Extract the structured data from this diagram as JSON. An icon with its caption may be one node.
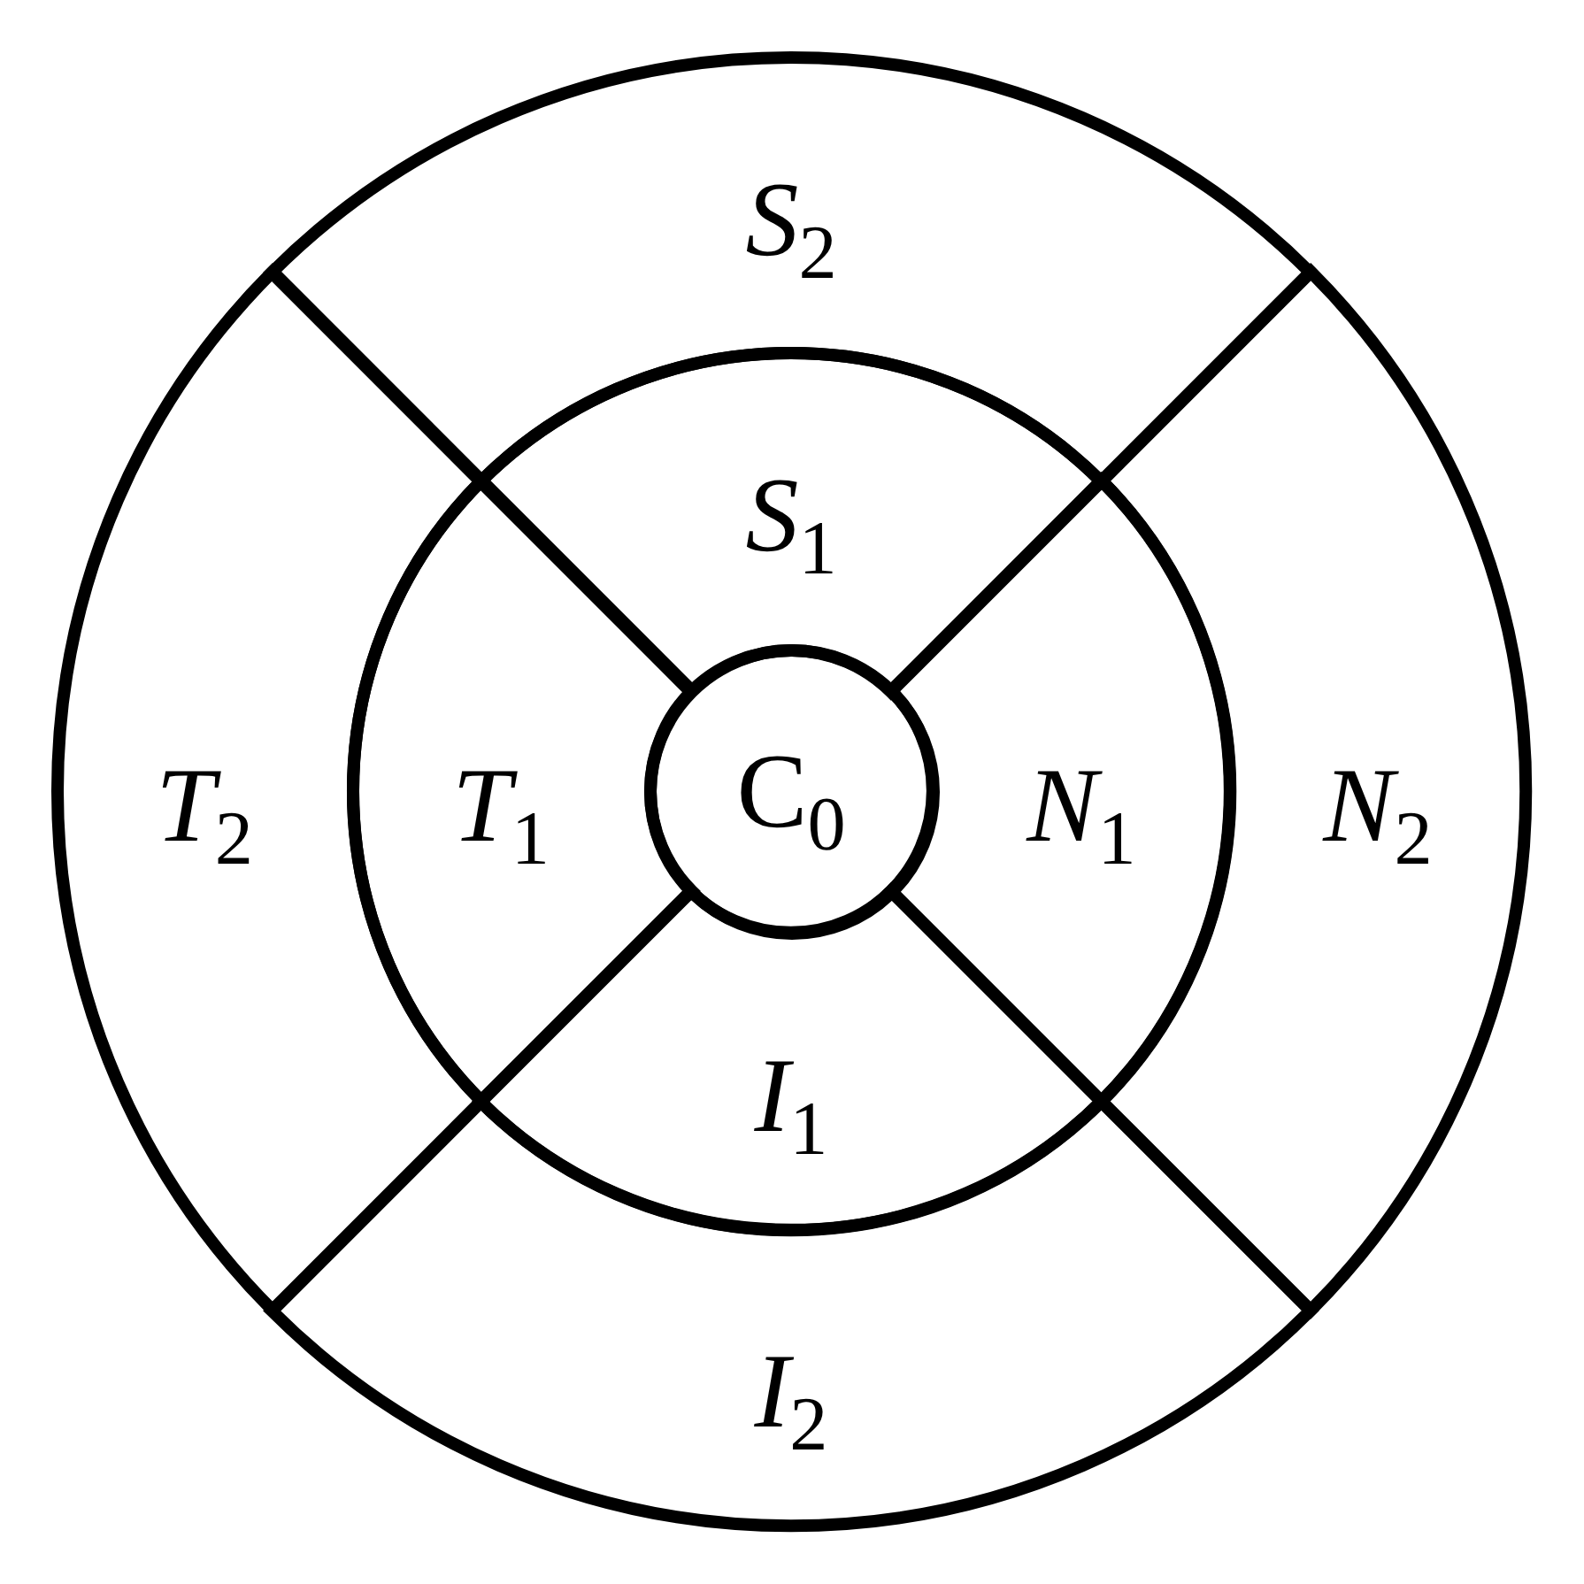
{
  "diagram": {
    "nodes": [
      {
        "text": [
          "*S*$_{2}$"
        ]
      },
      {
        "text": [
          "*S*$_{1}$"
        ]
      },
      {
        "text": [
          "*T*$_{2}$"
        ]
      },
      {
        "text": [
          "*T*$_{1}$"
        ]
      },
      {
        "text": [
          "C$_{0}$"
        ]
      },
      {
        "text": [
          "*N*$_{1}$"
        ]
      },
      {
        "text": [
          "*N*$_{2}$"
        ]
      },
      {
        "text": [
          "*I*$_{1}$"
        ]
      },
      {
        "text": [
          "*I*$_{2}$"
        ]
      }
    ]
  }
}
